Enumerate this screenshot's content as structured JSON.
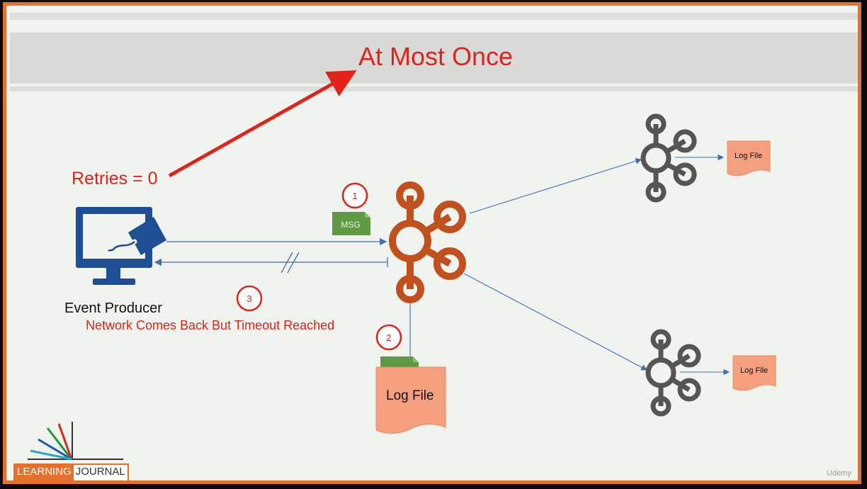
{
  "title": "At Most Once",
  "retries_label": "Retries = 0",
  "producer_label": "Event Producer",
  "network_label": "Network Comes Back But Timeout Reached",
  "steps": [
    "1",
    "2",
    "3"
  ],
  "msg_label": "MSG",
  "log_file_main": "Log File",
  "log_file_top": "Log File",
  "log_file_bottom": "Log File",
  "logo": {
    "part1": "LEARNING",
    "part2": "JOURNAL"
  },
  "watermark": "Udemy",
  "colors": {
    "accent": "#e2231a",
    "broker": "#c2501c",
    "broker_gray": "#555555",
    "monitor": "#1e4e94",
    "msg": "#5f9a45",
    "log": "#f4a07e",
    "border": "#e9702a"
  },
  "icons": [
    "monitor-icon",
    "tag-icon",
    "kafka-broker-icon",
    "msg-icon",
    "log-file-icon"
  ]
}
